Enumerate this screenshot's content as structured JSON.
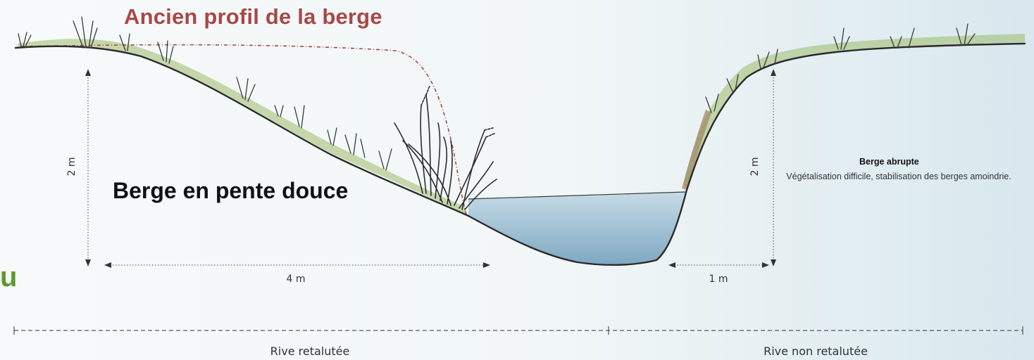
{
  "labels": {
    "old_profile": "Ancien profil de la berge",
    "gentle_bank": "Berge en pente douce",
    "steep_bank_title": "Berge abrupte",
    "steep_bank_desc": "Végétalisation difficile, stabilisation des berges amoindrie."
  },
  "dimensions": {
    "left_height": "2 m",
    "right_height": "2 m",
    "left_width": "4 m",
    "right_width": "1 m"
  },
  "sections": {
    "left": "Rive retalutée",
    "right": "Rive non retalutée"
  },
  "side_fragment": "u",
  "colors": {
    "old_profile": "#a84848",
    "grass": "#9cbb6a",
    "water": "#8fb6cd",
    "ground_line": "#2a2a2a",
    "side_fragment": "#5e9a2c"
  }
}
